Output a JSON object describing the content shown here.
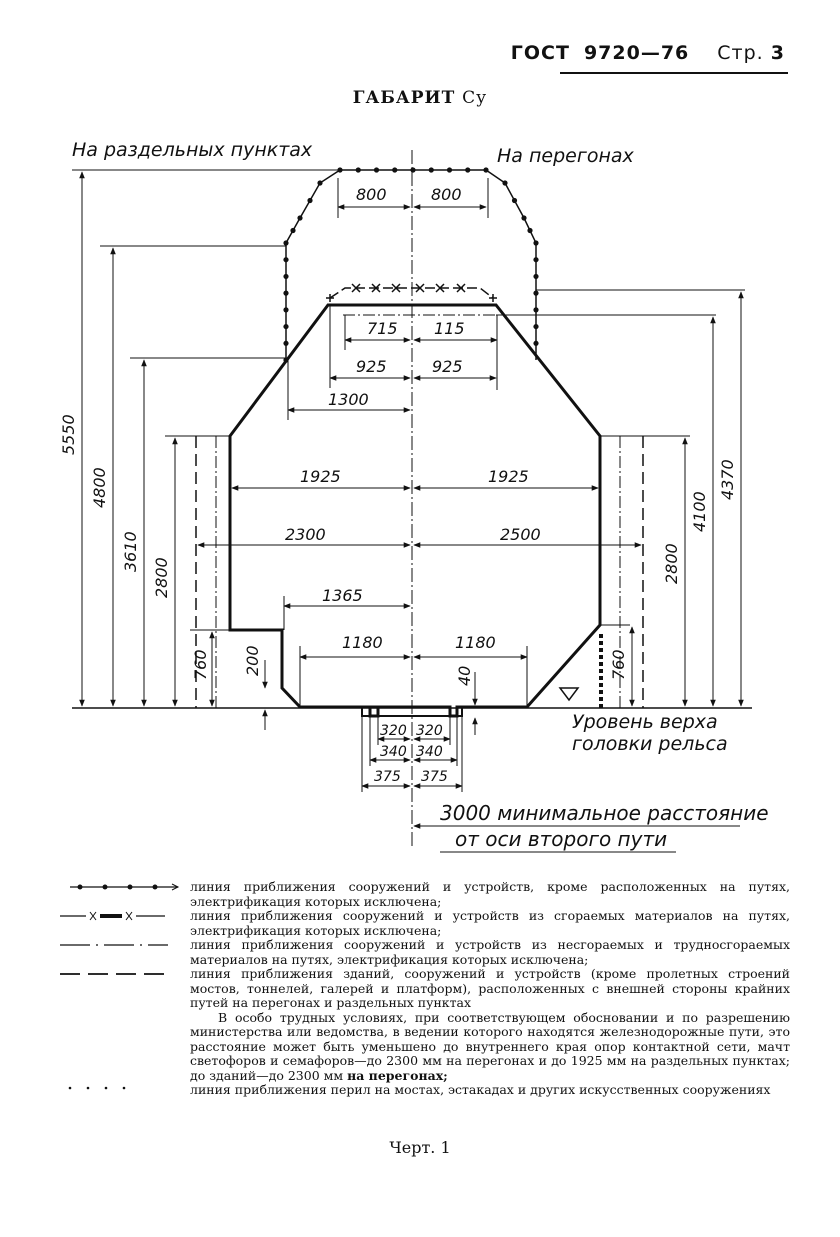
{
  "header": {
    "standard": "ГОСТ",
    "number": "9720—76",
    "page_label": "Стр.",
    "page_number": "3"
  },
  "title": {
    "main": "ГАБАРИТ",
    "subscript": "Су"
  },
  "diagram": {
    "label_left": "На раздельных пунктах",
    "label_right": "На перегонах",
    "rail_label_line1": "Уровень верха",
    "rail_label_line2": "головки рельса",
    "distance_line1": "3000 минимальное расстояние",
    "distance_line2": "от оси второго пути",
    "dims": {
      "d800l": "800",
      "d800r": "800",
      "d715": "715",
      "d115": "115",
      "d925l": "925",
      "d925r": "925",
      "d1300": "1300",
      "d1925l": "1925",
      "d1925r": "1925",
      "d2300": "2300",
      "d2500": "2500",
      "d1365": "1365",
      "d1180l": "1180",
      "d1180r": "1180",
      "d320l": "320",
      "d320r": "320",
      "d340l": "340",
      "d340r": "340",
      "d375l": "375",
      "d375r": "375",
      "v5550": "5550",
      "v4800": "4800",
      "v3610": "3610",
      "v2800l": "2800",
      "v760l": "760",
      "v200": "200",
      "v40": "40",
      "v760r": "760",
      "v2800r": "2800",
      "v4100": "4100",
      "v4370": "4370"
    }
  },
  "legend": {
    "line1": "линия приближения сооружений и устройств, кроме расположенных на путях, электрификация которых исключена;",
    "line2": "линия приближения сооружений и устройств из сгораемых материалов на путях, электрификация которых исключена;",
    "line3": "линия приближения сооружений и устройств из несгораемых и трудносгораемых материалов на путях, электрификация которых исключена;",
    "line4": "линия приближения зданий, сооружений и устройств (кроме пролетных строений мостов, тоннелей, галерей и платформ), расположенных с внешней стороны крайних путей на перегонах и раздельных пунктах",
    "note_main": "В особо трудных условиях, при соответствующем обосновании и по разрешению министерства или ведомства, в ведении которого находятся железнодорожные пути, это расстояние может быть уменьшено до внутреннего края опор контактной сети, мачт светофоров и семафоров—до 2300 мм на перегонах и до 1925 мм на раздельных пунктах; до зданий—до 2300 мм",
    "note_bold": "на перегонах;",
    "line5": "линия приближения перил на мостах, эстакадах и других искусственных сооружениях"
  },
  "caption": "Черт. 1"
}
